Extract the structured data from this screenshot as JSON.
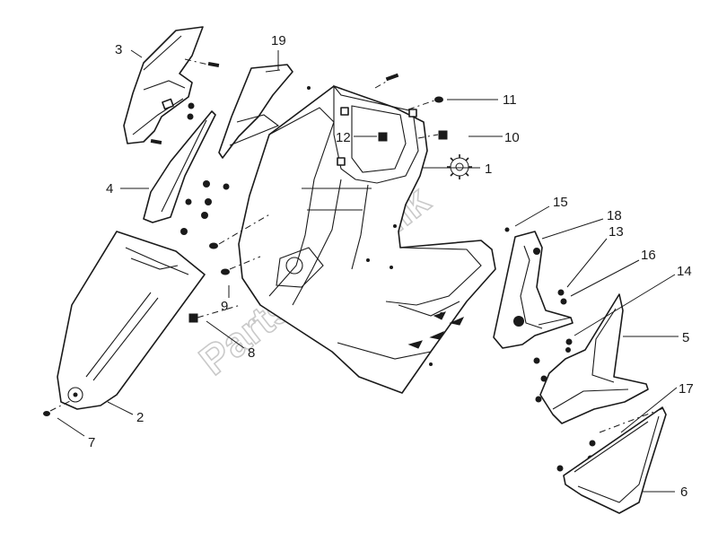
{
  "watermark": {
    "text": "PartsRepublik"
  },
  "callouts": [
    {
      "id": "1",
      "label": "1"
    },
    {
      "id": "2",
      "label": "2"
    },
    {
      "id": "3",
      "label": "3"
    },
    {
      "id": "4",
      "label": "4"
    },
    {
      "id": "5",
      "label": "5"
    },
    {
      "id": "6",
      "label": "6"
    },
    {
      "id": "7",
      "label": "7"
    },
    {
      "id": "8",
      "label": "8"
    },
    {
      "id": "9",
      "label": "9"
    },
    {
      "id": "10",
      "label": "10"
    },
    {
      "id": "11",
      "label": "11"
    },
    {
      "id": "12",
      "label": "12"
    },
    {
      "id": "13",
      "label": "13"
    },
    {
      "id": "14",
      "label": "14"
    },
    {
      "id": "15",
      "label": "15"
    },
    {
      "id": "16",
      "label": "16"
    },
    {
      "id": "17",
      "label": "17"
    },
    {
      "id": "18",
      "label": "18"
    },
    {
      "id": "19",
      "label": "19"
    }
  ],
  "colors": {
    "line": "#1a1a1a",
    "watermark": "#c9c9c9",
    "background": "#ffffff"
  },
  "icons": {
    "gear": "gear-icon"
  }
}
